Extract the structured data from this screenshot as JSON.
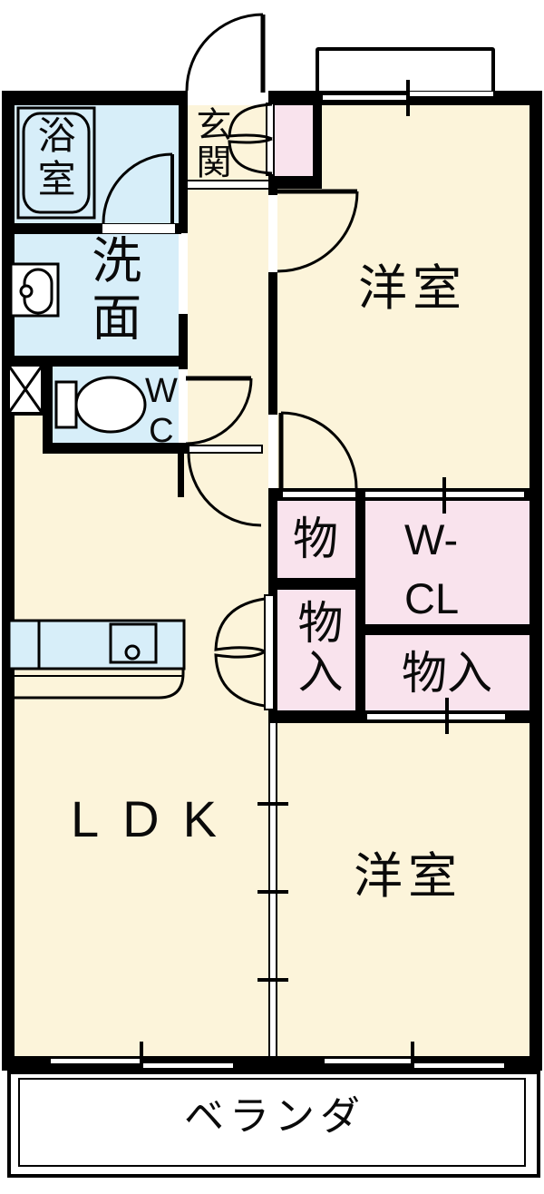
{
  "floorplan": {
    "labels": {
      "bathroom": "浴室",
      "washroom": "洗面",
      "toilet": "WC",
      "entrance": "玄関",
      "western_room_upper": "洋室",
      "storage_top": "物",
      "storage_left": "物入",
      "walk_in_closet": "W-CL",
      "storage_right": "物入",
      "ldk": "LDK",
      "western_room_lower": "洋室",
      "veranda": "ベランダ"
    },
    "colors": {
      "room_cream": "#FCF4DA",
      "wet_area_blue": "#D7EEF9",
      "closet_pink": "#F9E3ED",
      "wall_black": "#000000",
      "exterior_white": "#FFFFFF"
    }
  }
}
